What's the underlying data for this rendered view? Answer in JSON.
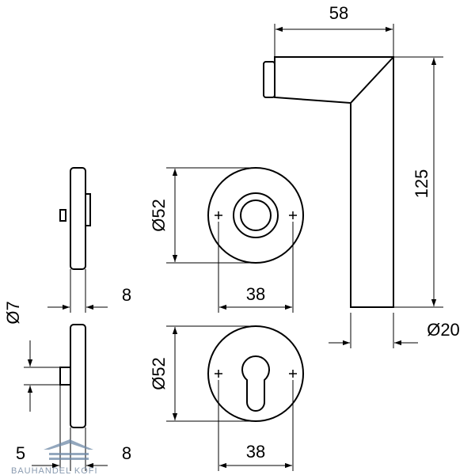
{
  "dimensions": {
    "lever_width": "58",
    "lever_height": "125",
    "lever_diameter": "Ø20",
    "rose_diameter": "Ø52",
    "rose_width": "38",
    "escutcheon_diameter": "Ø52",
    "escutcheon_width": "38",
    "side_rose_thickness": "8",
    "side_spindle_diameter": "Ø7",
    "side_spindle_length": "5",
    "side_escutcheon_thickness": "8"
  },
  "watermark": {
    "text": "BAUHANDEL KOFI"
  },
  "colors": {
    "line": "#000000",
    "background": "#ffffff",
    "watermark": "#8a9bb0"
  }
}
